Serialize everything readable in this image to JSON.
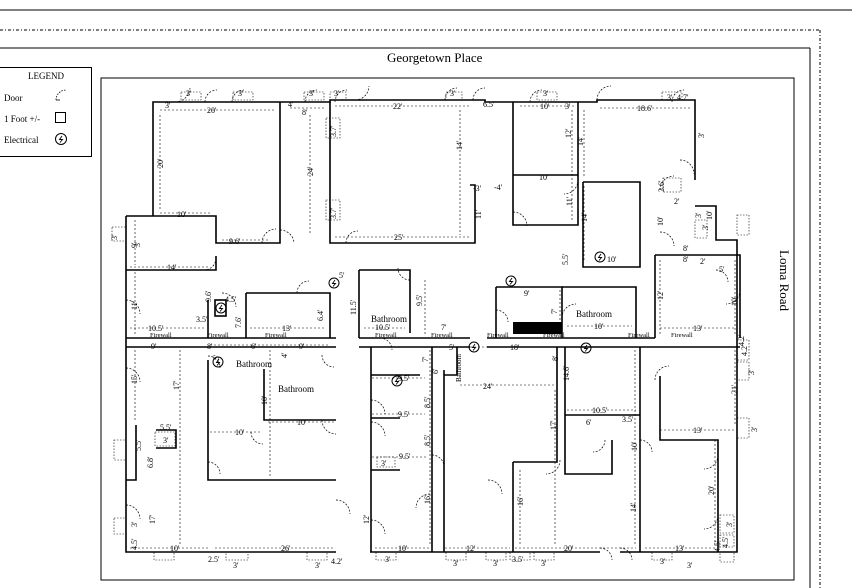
{
  "streets": {
    "top": "Georgetown Place",
    "right": "Loma Road"
  },
  "legend": {
    "title": "LEGEND",
    "items": [
      {
        "label": "Door",
        "icon": "door-swing-icon"
      },
      {
        "label": "1 Foot +/-",
        "icon": "square-icon"
      },
      {
        "label": "Electrical",
        "icon": "electrical-icon"
      }
    ]
  },
  "rooms": {
    "bathroom_1": "Bathroom",
    "bathroom_2": "Bathroom",
    "bathroom_3": "Bathroom",
    "bathroom_4": "Bathroom",
    "bathroom_5": "Bathroom"
  },
  "firewall_label": "Firewall",
  "dimensions": {
    "d01": "3'",
    "d02": "3'",
    "d03": "3'",
    "d04": "3'",
    "d05": "3'",
    "d06": "3'",
    "d07": "3'",
    "d08": "4.7'",
    "d09": "20'",
    "d10": "4'",
    "d11": "8'",
    "d12": "22'",
    "d13": "6.5'",
    "d14": "10'",
    "d15": "3'",
    "d16": "18.6'",
    "d17": "3'",
    "d18": "20'",
    "d19": "24'",
    "d20": "3.7'",
    "d21": "3.7'",
    "d22": "14'",
    "d23": "12'",
    "d24": "14'",
    "d25": "10'",
    "d26": "-4'",
    "d27": "-3'",
    "d28": "11'",
    "d29": "11'",
    "d30": "14'",
    "d31": "10'",
    "d32": "3.6'",
    "d33": "2'",
    "d34": "10'",
    "d35": "3'",
    "d36": "3'",
    "d37": "10'",
    "d38": "9'",
    "d39": "9.6'",
    "d40": "25'",
    "d41": "14'",
    "d42": "5.5'",
    "d43": "10'",
    "d44": "8'",
    "d45": "8'",
    "d46": "2'",
    "d47": "5'",
    "d48": "11'",
    "d49": "10.5'",
    "d50": "3.5'",
    "d51": "4.5'",
    "d52": "9.6'",
    "d53": "7.6'",
    "d54": "13'",
    "d55": "6.4'",
    "d56": "11.5'",
    "d57": "9.5'",
    "d58": "10.5'",
    "d59": "7'",
    "d60": "9'",
    "d61": "7'",
    "d62": "10'",
    "d63": "12'",
    "d64": "10'",
    "d65": "13'",
    "d66": "9'",
    "d67": "8'",
    "d68": "6'",
    "d69": "5'",
    "d70": "4'",
    "d71": "9'",
    "d72": "7'",
    "d73": "5'",
    "d74": "18'",
    "d75": "8'",
    "d76": "4.2'",
    "d77": "15'",
    "d78": "17'",
    "d79": "9.5'",
    "d80": "24'",
    "d81": "6'",
    "d82": "14.6'",
    "d83": "3'",
    "d84": "21'",
    "d85": "10'",
    "d86": "10'",
    "d87": "9.5'",
    "d88": "8.5'",
    "d89": "10.5'",
    "d90": "3.5'",
    "d91": "6'",
    "d92": "13'",
    "d93": "5.5'",
    "d94": "3'",
    "d95": "5.5'",
    "d96": "6.8'",
    "d97": "10'",
    "d98": "8.5'",
    "d99": "17'",
    "d100": "10'",
    "d101": "9.5'",
    "d102": "3'",
    "d103": "16'",
    "d104": "16'",
    "d105": "14'",
    "d106": "20'",
    "d107": "3'",
    "d108": "12'",
    "d109": "17'",
    "d110": "4.5'",
    "d111": "10'",
    "d112": "26'",
    "d113": "10'",
    "d114": "12'",
    "d115": "20'",
    "d116": "13'",
    "d117": "4.5'",
    "d118": "2.5'",
    "d119": "3'",
    "d120": "3'",
    "d121": "4.2'",
    "d122": "3'",
    "d123": "3'",
    "d124": "3.5'",
    "d125": "3'",
    "d126": "3'",
    "d127": "3'",
    "d128": "3'",
    "d129": "4.2'",
    "d130": "3'",
    "d131": "3'",
    "d132": "3'",
    "d133": "4.5'",
    "d134": "3'",
    "d135": "3'",
    "d136": "5'"
  }
}
